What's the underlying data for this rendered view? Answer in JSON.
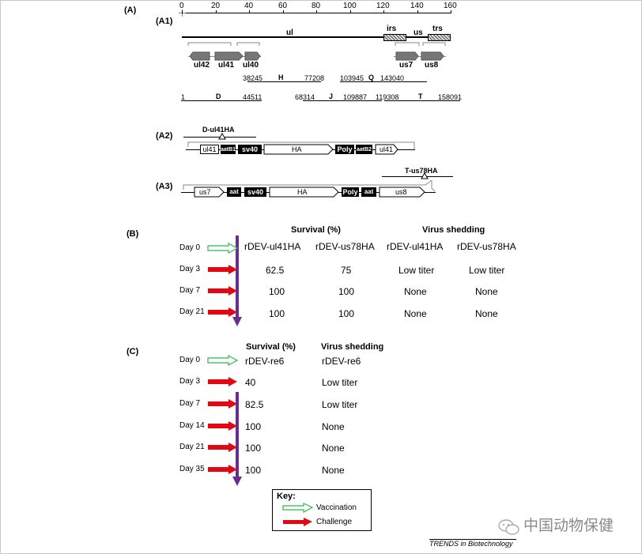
{
  "panels": {
    "A": "(A)",
    "A1": "(A1)",
    "A2": "(A2)",
    "A3": "(A3)",
    "B": "(B)",
    "C": "(C)"
  },
  "genome": {
    "ticks": [
      "0",
      "20",
      "40",
      "60",
      "80",
      "100",
      "120",
      "140",
      "160"
    ],
    "regions": {
      "ul": "ul",
      "irs": "irs",
      "us": "us",
      "trs": "trs"
    },
    "genes": {
      "ul42": "ul42",
      "ul41": "ul41",
      "ul40": "ul40",
      "us7": "us7",
      "us8": "us8"
    }
  },
  "fragments": {
    "H": {
      "label": "H",
      "start": "38245",
      "end": "77208"
    },
    "Q": {
      "label": "Q",
      "start": "103945",
      "end": "143040"
    },
    "D": {
      "label": "D",
      "start": "1",
      "end": "44511"
    },
    "J": {
      "label": "J",
      "start": "68314",
      "end": "109887"
    },
    "T": {
      "label": "T",
      "start": "119308",
      "end": "158091"
    }
  },
  "constructs": {
    "a2": {
      "name": "D-ul41HA",
      "parts": [
        "ul41",
        "aatB1",
        "sv40",
        "HA",
        "Poly",
        "aatB2",
        "ul41"
      ]
    },
    "a3": {
      "name": "T-us78HA",
      "parts": [
        "us7",
        "aat",
        "sv40",
        "HA",
        "Poly",
        "aat",
        "us8"
      ]
    }
  },
  "panelB": {
    "survival_header": "Survival (%)",
    "shedding_header": "Virus shedding",
    "days": [
      "Day 0",
      "Day 3",
      "Day 7",
      "Day 21"
    ],
    "row0": [
      "rDEV-ul41HA",
      "rDEV-us78HA",
      "rDEV-ul41HA",
      "rDEV-us78HA"
    ],
    "row1": [
      "62.5",
      "75",
      "Low titer",
      "Low titer"
    ],
    "row2": [
      "100",
      "100",
      "None",
      "None"
    ],
    "row3": [
      "100",
      "100",
      "None",
      "None"
    ]
  },
  "panelC": {
    "survival_header": "Survival (%)",
    "shedding_header": "Virus shedding",
    "days": [
      "Day 0",
      "Day 3",
      "Day 7",
      "Day 14",
      "Day 21",
      "Day 35"
    ],
    "survival": [
      "rDEV-re6",
      "40",
      "82.5",
      "100",
      "100",
      "100"
    ],
    "shedding": [
      "rDEV-re6",
      "Low titer",
      "Low titer",
      "None",
      "None",
      "None"
    ]
  },
  "key": {
    "title": "Key:",
    "vaccination": "Vaccination",
    "challenge": "Challenge"
  },
  "colors": {
    "vaccination": "#2db84a",
    "challenge": "#e30613",
    "timeline": "#6a2c91",
    "hatch": "#555555"
  },
  "watermark": "中国动物保健",
  "credit": "TRENDS in Biotechnology"
}
